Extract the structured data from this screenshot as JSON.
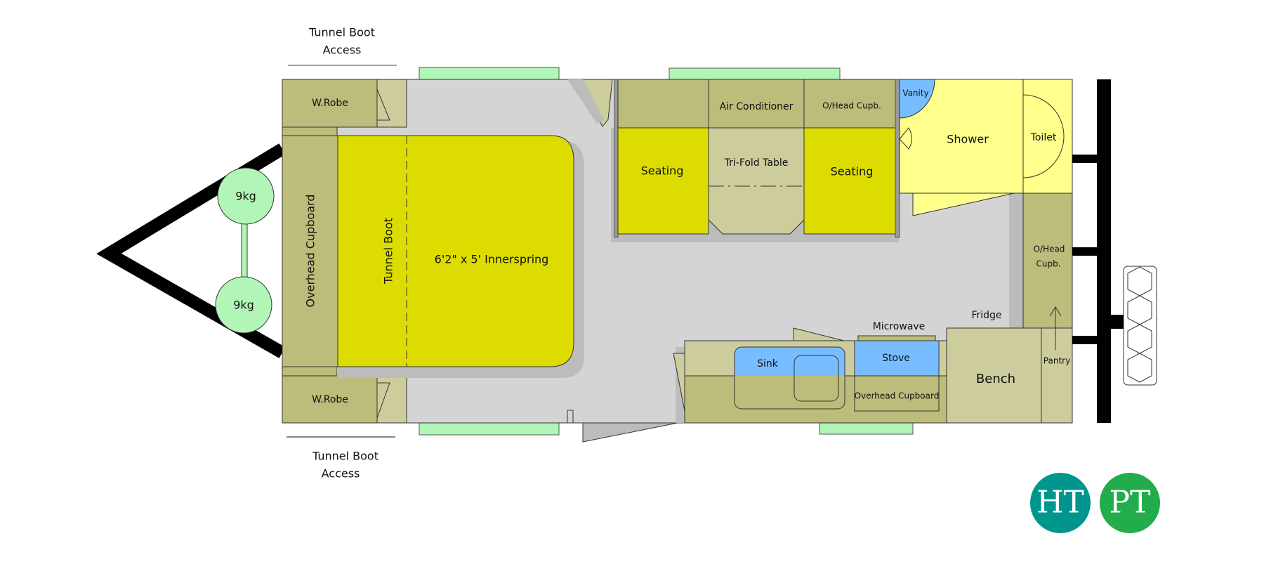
{
  "labels": {
    "tunnel_boot_access_top": [
      "Tunnel  Boot",
      "Access"
    ],
    "tunnel_boot_access_bottom": [
      "Tunnel Boot",
      "Access"
    ],
    "wrobe_top": "W.Robe",
    "wrobe_bottom": "W.Robe",
    "gas_bottle_1": "9kg",
    "gas_bottle_2": "9kg",
    "overhead_cupboard_front": "Overhead Cupboard",
    "tunnel_boot": "Tunnel Boot",
    "bed": "6'2\" x 5' Innerspring",
    "air_conditioner": "Air Conditioner",
    "ohead_cupb_top": "O/Head Cupb.",
    "seating_left": "Seating",
    "seating_right": "Seating",
    "tri_fold_table": "Tri-Fold Table",
    "vanity": "Vanity",
    "shower": "Shower",
    "toilet": "Toilet",
    "ohead_cupb_rear": [
      "O/Head",
      "Cupb."
    ],
    "fridge": "Fridge",
    "microwave": "Microwave",
    "sink": "Sink",
    "stove": "Stove",
    "overhead_cupboard_kitchen": "Overhead Cupboard",
    "bench": "Bench",
    "pantry": "Pantry"
  },
  "logos": {
    "ht": "HT",
    "pt": "PT"
  },
  "colors": {
    "window": "#b1f5b7",
    "cabinet": "#bcbc7b",
    "cabinet_light": "#cdcc9c",
    "bed_seating": "#dcdc00",
    "floor": "#d4d4d4",
    "shadow": "#bcbcbc",
    "bathroom": "#ffff8c",
    "water": "#78bdff",
    "logo_ht": "#00968d",
    "logo_pt": "#22ac4b"
  }
}
